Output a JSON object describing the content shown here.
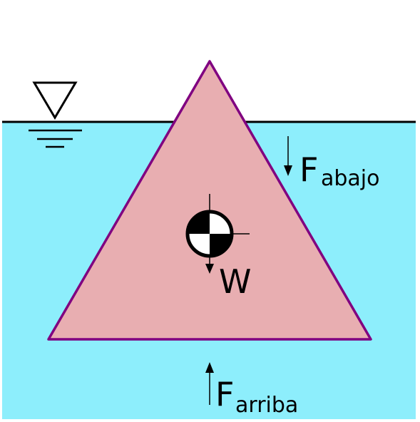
{
  "forces": {
    "down": {
      "symbol": "F",
      "subscript": "abajo"
    },
    "up": {
      "symbol": "F",
      "subscript": "arriba"
    },
    "weight": {
      "symbol": "W"
    }
  },
  "colors": {
    "water": "#8deefc",
    "body_fill": "#e8aeb1",
    "body_stroke": "#800080",
    "water_line": "#000000",
    "ink": "#000000"
  },
  "icons": [
    "water-level-icon",
    "center-of-gravity-icon"
  ]
}
